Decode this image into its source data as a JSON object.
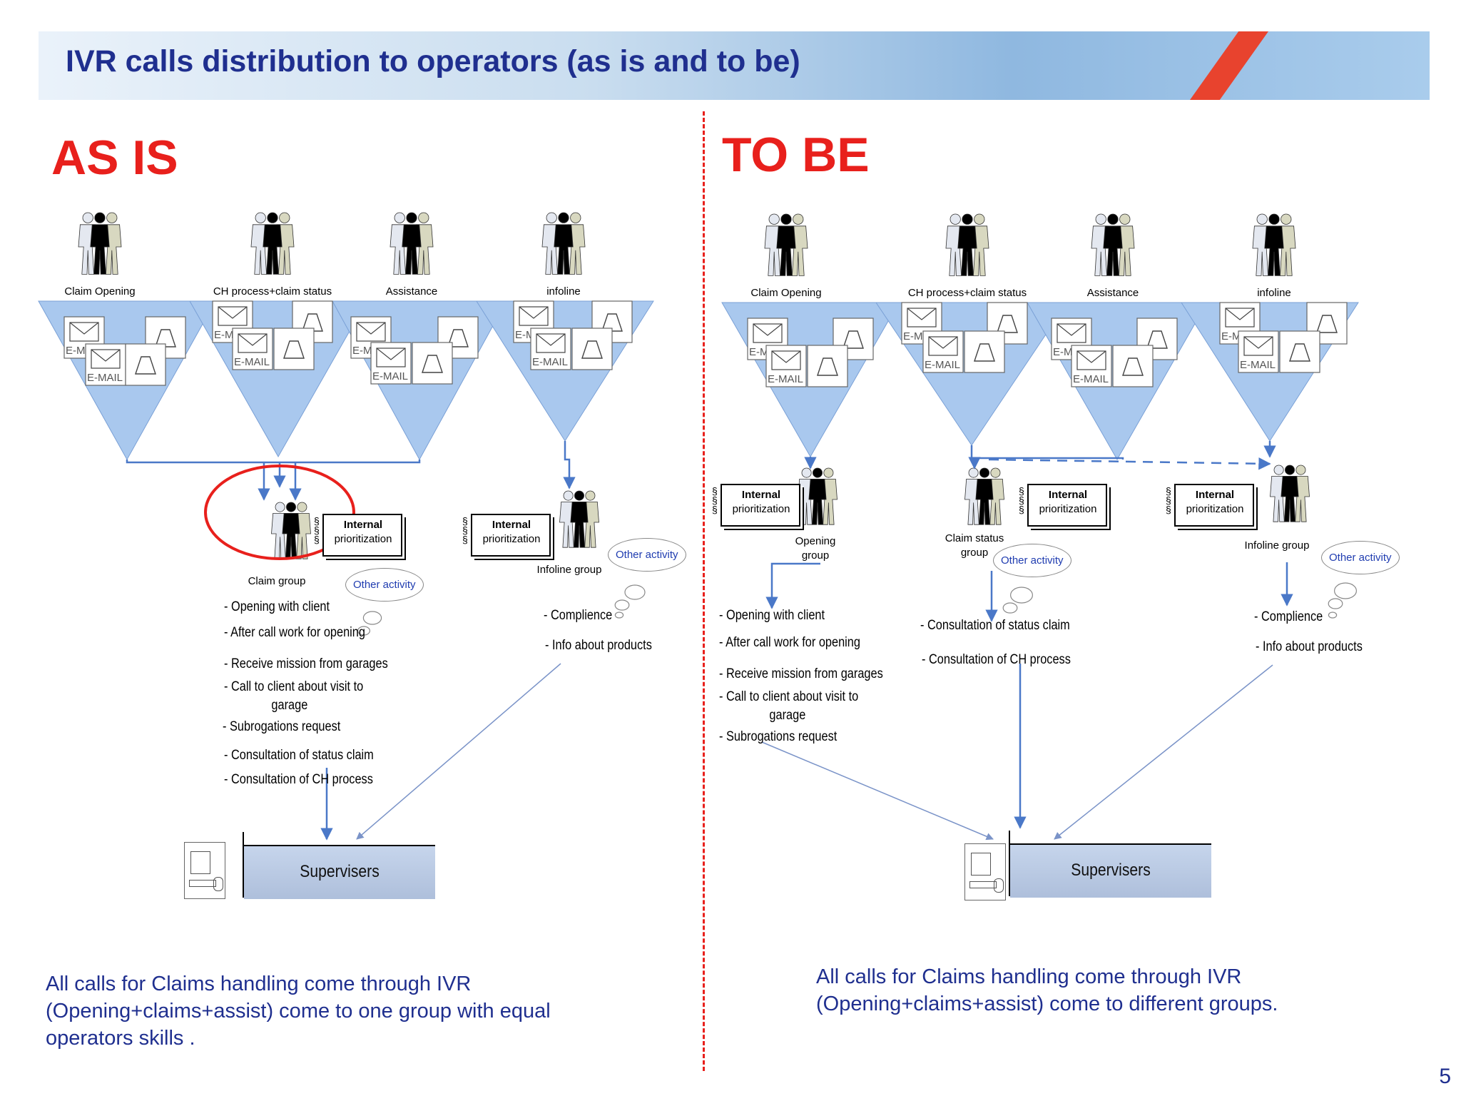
{
  "header": {
    "title": "IVR calls distribution to operators (as is and to be)"
  },
  "as_is": {
    "heading": "AS IS",
    "groups": [
      {
        "label": "Claim Opening"
      },
      {
        "label": "CH process+claim status"
      },
      {
        "label": "Assistance"
      },
      {
        "label": "infoline"
      }
    ],
    "claim_group_label": "Claim group",
    "infoline_group_label": "Infoline group",
    "prio_1_line1": "Internal",
    "prio_1_line2": "prioritization",
    "prio_2_line1": "Internal",
    "prio_2_line2": "prioritization",
    "other_activity_1": "Other activity",
    "other_activity_2": "Other activity",
    "claim_tasks": [
      "- Opening with client",
      "- After call work for opening",
      "- Receive mission from garages",
      "- Call to client about visit to",
      "garage",
      "- Subrogations request",
      "- Consultation of status claim",
      "- Consultation of CH process"
    ],
    "infoline_tasks": [
      "- Complience",
      "- Info about products"
    ],
    "supervisors": "Supervisers",
    "summary": "All calls for Claims handling come through IVR (Opening+claims+assist) come to one group with equal operators skills ."
  },
  "to_be": {
    "heading": "TO BE",
    "groups": [
      {
        "label": "Claim Opening"
      },
      {
        "label": "CH process+claim status"
      },
      {
        "label": "Assistance"
      },
      {
        "label": "infoline"
      }
    ],
    "opening_group_label_1": "Opening",
    "opening_group_label_2": "group",
    "claim_status_group_label_1": "Claim status",
    "claim_status_group_label_2": "group",
    "infoline_group_label": "Infoline group",
    "prio_1_line1": "Internal",
    "prio_1_line2": "prioritization",
    "prio_2_line1": "Internal",
    "prio_2_line2": "prioritization",
    "prio_3_line1": "Internal",
    "prio_3_line2": "prioritization",
    "other_activity_1": "Other activity",
    "other_activity_2": "Other activity",
    "opening_tasks": [
      "- Opening with client",
      "- After call work for opening",
      "- Receive mission from garages",
      "- Call to client about visit to",
      "garage",
      "- Subrogations request"
    ],
    "status_tasks": [
      "- Consultation of status claim",
      "- Consultation of CH process"
    ],
    "infoline_tasks": [
      "- Complience",
      "- Info about products"
    ],
    "supervisors": "Supervisers",
    "summary": "All calls for Claims handling come through IVR (Opening+claims+assist) come to  different groups."
  },
  "email_label": "E-MAIL",
  "email_label_short": "E-M",
  "page_number": "5",
  "colors": {
    "title": "#1f2f8f",
    "red": "#e8201c",
    "funnel": "#a9c8ee",
    "arrow": "#4a78c8"
  }
}
